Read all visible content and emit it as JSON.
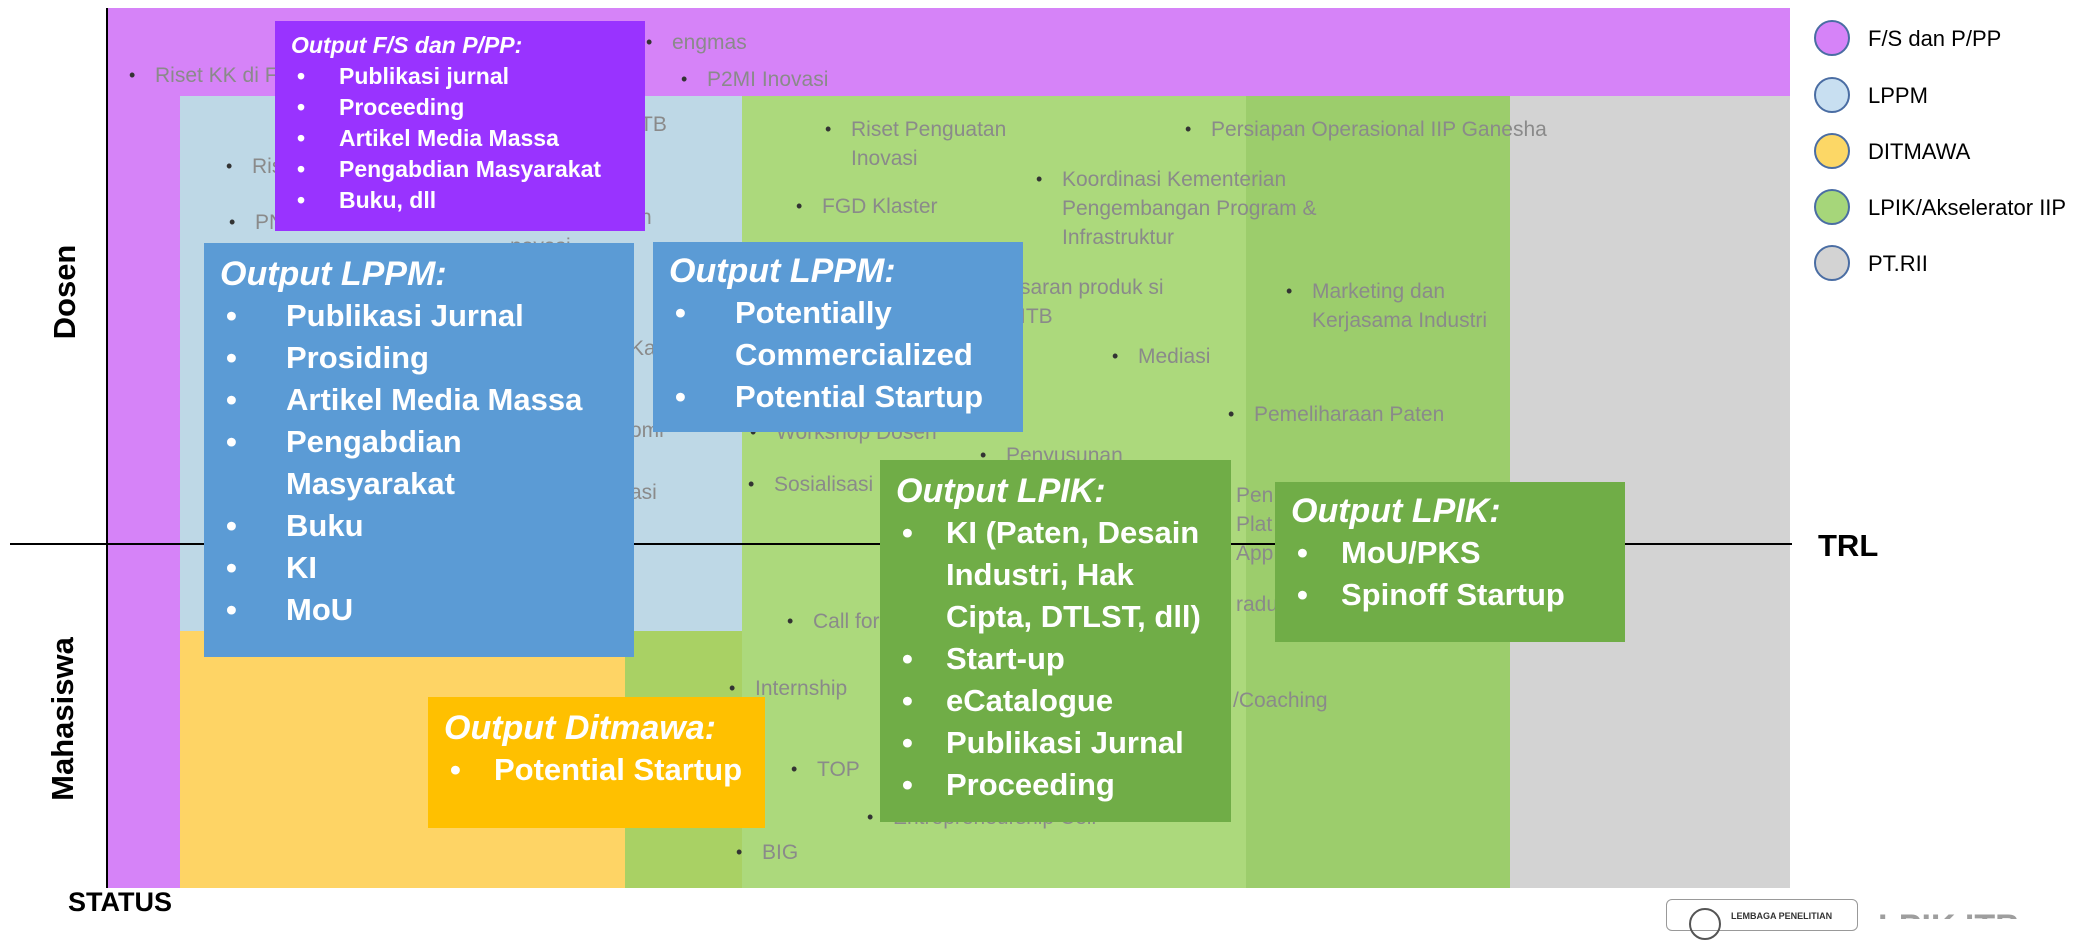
{
  "axes": {
    "y_top": "Dosen",
    "y_bottom": "Mahasiswa",
    "x_right": "TRL",
    "corner": "STATUS"
  },
  "legend": [
    {
      "label": "F/S dan P/PP",
      "color": "#d683f8"
    },
    {
      "label": "LPPM",
      "color": "#c8dff1"
    },
    {
      "label": "DITMAWA",
      "color": "#fcd766"
    },
    {
      "label": "LPIK/Akselerator IIP",
      "color": "#a6d67a"
    },
    {
      "label": "PT.RII",
      "color": "#d3d3d3"
    }
  ],
  "colors": {
    "fs": "#d683f8",
    "lppm_region": "#bed8e6",
    "ditmawa_region": "#fed465",
    "lpik_dark": "#a9d164",
    "lpik_light": "#acd97c",
    "lpik_mid": "#9ccd6c",
    "ptrii": "#d3d3d3",
    "box_purple": "#9933ff",
    "box_blue": "#5b9bd5",
    "box_green": "#70ad47",
    "box_orange": "#ffc000"
  },
  "background_items": {
    "fs": [
      "Riset KK di F",
      "engmas",
      "P2MI Inovasi"
    ],
    "lppm": [
      "Ris",
      "PN",
      "TB",
      "n",
      "novasi",
      "Ka",
      "omi",
      "asi"
    ],
    "lpik": [
      "Riset Penguatan Inovasi",
      "Persiapan Operasional IIP Ganesha",
      "Koordinasi Kementerian Pengembangan Program & Infrastruktur",
      "FGD Klaster",
      "saran produk si ITB",
      "Marketing dan Kerjasama Industri",
      "Mediasi",
      "Pemeliharaan Paten",
      "Workshop Dosen",
      "Penyusunan",
      "Sosialisasi",
      "Pen",
      "Plat",
      "App",
      "radu",
      "Call for",
      "Internship",
      "/Coaching",
      "TOP",
      "Entrepreneurship Cell",
      "BIG"
    ]
  },
  "outputs": {
    "fs": {
      "title": "Output F/S dan P/PP:",
      "items": [
        "Publikasi jurnal",
        "Proceeding",
        "Artikel Media Massa",
        "Pengabdian Masyarakat",
        "Buku, dll"
      ]
    },
    "lppm1": {
      "title": "Output LPPM:",
      "items": [
        "Publikasi Jurnal",
        "Prosiding",
        "Artikel Media Massa",
        "Pengabdian Masyarakat",
        "Buku",
        "KI",
        "MoU"
      ]
    },
    "lppm2": {
      "title": "Output LPPM:",
      "items": [
        "Potentially Commercialized",
        "Potential Startup"
      ]
    },
    "lpik1": {
      "title": "Output LPIK:",
      "items": [
        "KI (Paten, Desain Industri, Hak Cipta, DTLST, dll)",
        "Start-up",
        "eCatalogue",
        "Publikasi Jurnal",
        "Proceeding"
      ]
    },
    "lpik2": {
      "title": "Output LPIK:",
      "items": [
        "MoU/PKS",
        "Spinoff Startup"
      ]
    },
    "ditmawa": {
      "title": "Output Ditmawa:",
      "items": [
        "Potential Startup"
      ]
    }
  },
  "footer": {
    "logo_text": "LEMBAGA PENELITIAN",
    "logo_right": "LPIK ITB"
  }
}
